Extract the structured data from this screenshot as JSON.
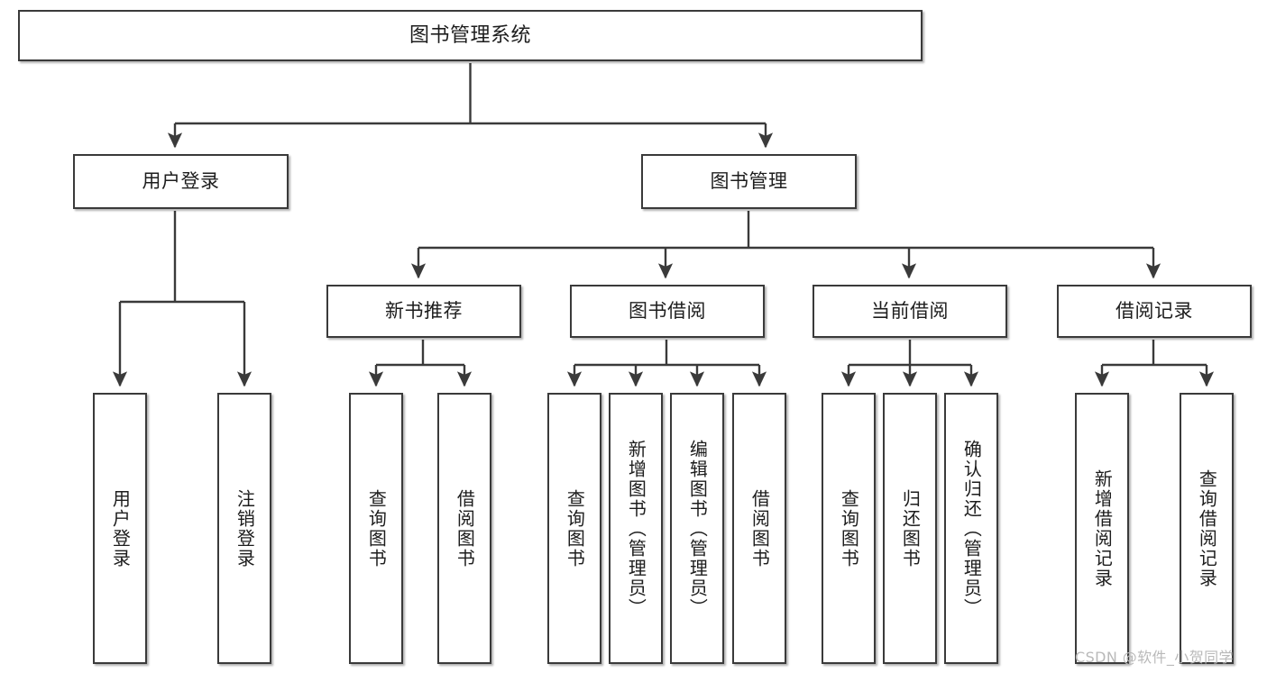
{
  "diagram": {
    "type": "tree",
    "title": "图书管理系统",
    "colors": {
      "border": "#3a3a3a",
      "fill": "#ffffff",
      "text": "#1d1d1d",
      "connector": "#3a3a3a",
      "watermark": "#b9b9b9"
    },
    "root": {
      "label": "图书管理系统"
    },
    "level2": [
      {
        "label": "用户登录"
      },
      {
        "label": "图书管理"
      }
    ],
    "level3": [
      {
        "label": "新书推荐"
      },
      {
        "label": "图书借阅"
      },
      {
        "label": "当前借阅"
      },
      {
        "label": "借阅记录"
      }
    ],
    "leaves": {
      "user_login": [
        {
          "label": "用户登录"
        },
        {
          "label": "注销登录"
        }
      ],
      "new_book": [
        {
          "label": "查询图书"
        },
        {
          "label": "借阅图书"
        }
      ],
      "book_borrow": [
        {
          "label": "查询图书"
        },
        {
          "label": "新增图书（管理员）"
        },
        {
          "label": "编辑图书（管理员）"
        },
        {
          "label": "借阅图书"
        }
      ],
      "current_borrow": [
        {
          "label": "查询图书"
        },
        {
          "label": "归还图书"
        },
        {
          "label": "确认归还（管理员）"
        }
      ],
      "borrow_record": [
        {
          "label": "新增借阅记录"
        },
        {
          "label": "查询借阅记录"
        }
      ]
    }
  },
  "watermark": {
    "text": "CSDN @软件_小贺同学"
  }
}
